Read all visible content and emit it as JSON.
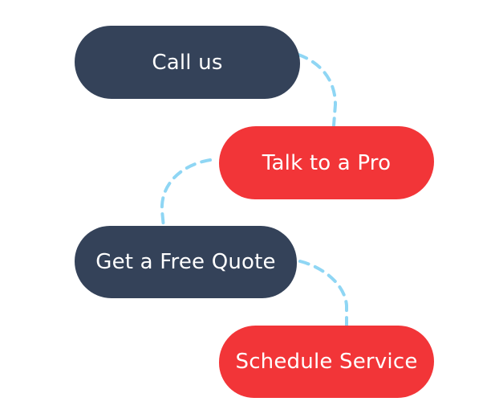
{
  "steps": [
    {
      "label": "Call us",
      "color": "#344259"
    },
    {
      "label": "Talk to a Pro",
      "color": "#f23538"
    },
    {
      "label": "Get a Free Quote",
      "color": "#344259"
    },
    {
      "label": "Schedule Service",
      "color": "#f23538"
    }
  ],
  "connector_color": "#8fd6f4"
}
